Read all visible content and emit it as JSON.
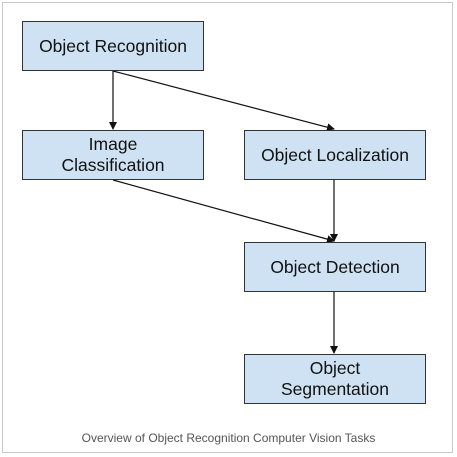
{
  "colors": {
    "node_fill": "#cfe2f3",
    "node_border": "#333333",
    "edge": "#111111",
    "frame_border": "#c8c8c8",
    "caption_text": "#555555"
  },
  "nodes": [
    {
      "id": "object-recognition",
      "label": "Object Recognition"
    },
    {
      "id": "image-classification",
      "label": "Image\nClassification"
    },
    {
      "id": "object-localization",
      "label": "Object Localization"
    },
    {
      "id": "object-detection",
      "label": "Object Detection"
    },
    {
      "id": "object-segmentation",
      "label": "Object\nSegmentation"
    }
  ],
  "edges": [
    {
      "from": "object-recognition",
      "to": "image-classification"
    },
    {
      "from": "object-recognition",
      "to": "object-localization"
    },
    {
      "from": "image-classification",
      "to": "object-detection"
    },
    {
      "from": "object-localization",
      "to": "object-detection"
    },
    {
      "from": "object-detection",
      "to": "object-segmentation"
    }
  ],
  "caption": "Overview of Object Recognition Computer Vision Tasks"
}
